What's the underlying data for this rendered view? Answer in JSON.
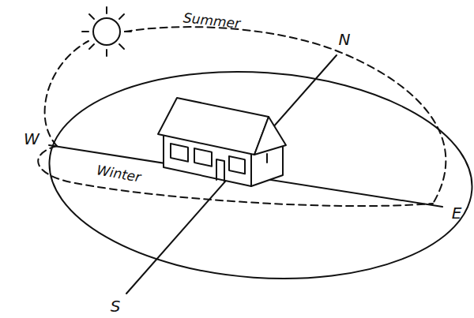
{
  "diagram": {
    "labels": [
      "Summer",
      "W",
      "N",
      "Winter",
      "E",
      "S"
    ]
  }
}
